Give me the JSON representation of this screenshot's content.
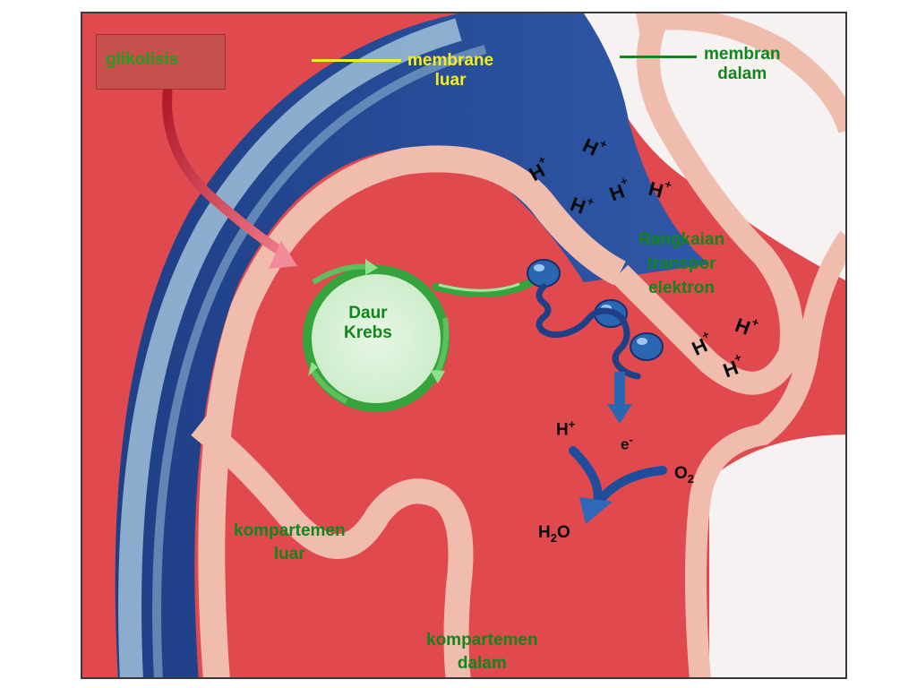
{
  "labels": {
    "glycolysis": "glikolisis",
    "outer_membrane": [
      "membrane",
      "luar"
    ],
    "inner_membrane": [
      "membran",
      "dalam"
    ],
    "krebs": [
      "Daur",
      "Krebs"
    ],
    "electron_transport": [
      "Rangkaian",
      "transpor",
      "elektron"
    ],
    "outer_compartment": [
      "kompartemen",
      "luar"
    ],
    "inner_compartment": [
      "kompartemen",
      "dalam"
    ]
  },
  "chemistry": {
    "proton": "H",
    "proton_charge": "+",
    "electron": "e",
    "electron_charge": "-",
    "oxygen": "O",
    "oxygen_sub": "2",
    "water_h": "H",
    "water_sub": "2",
    "water_o": "O"
  },
  "colors": {
    "outer_membrane_line": "#f4ee1c",
    "inner_membrane_line": "#12861c",
    "label_green": "#12861c",
    "glycolysis_box": "#c5504c"
  }
}
